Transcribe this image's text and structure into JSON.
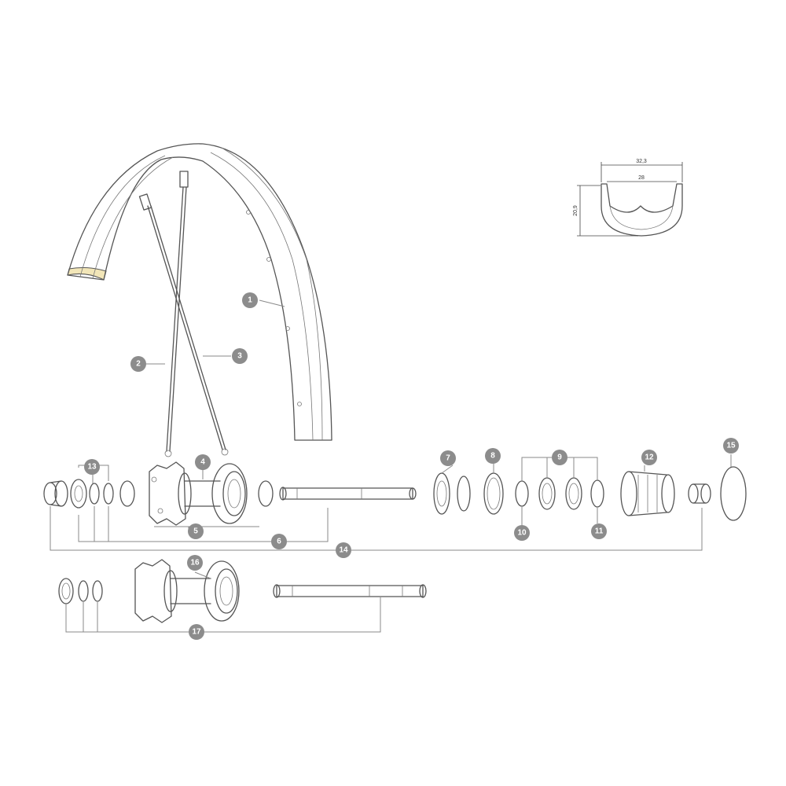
{
  "profile": {
    "outer_width": "32,3",
    "inner_width": "28",
    "height": "20,9"
  },
  "callouts": [
    "1",
    "2",
    "3",
    "4",
    "5",
    "6",
    "7",
    "8",
    "9",
    "10",
    "11",
    "12",
    "13",
    "14",
    "15",
    "16",
    "17"
  ],
  "colors": {
    "line": "#555555",
    "callout_fill": "#8c8c8c",
    "rim_tape": "#f2e6b8"
  }
}
